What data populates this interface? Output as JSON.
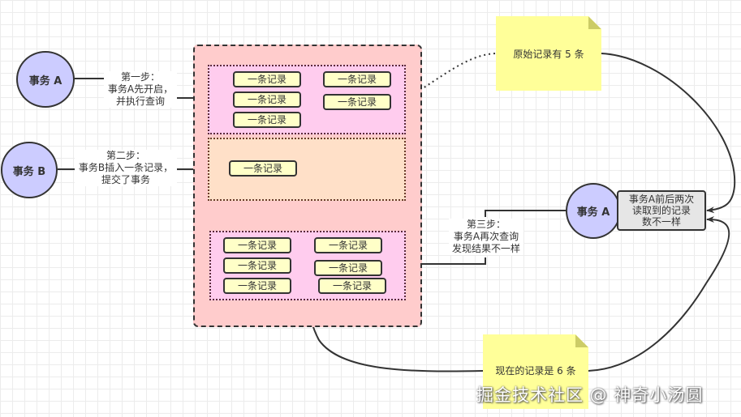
{
  "nodes": {
    "tx_a_top": "事务 A",
    "tx_b": "事务 B",
    "tx_a_right": "事务 A"
  },
  "steps": {
    "step1": [
      "第一步：",
      "事务A先开启，",
      "并执行查询"
    ],
    "step2": [
      "第二步：",
      "事务B插入一条记录，",
      "提交了事务"
    ],
    "step3": [
      "第三步：",
      "事务A再次查询",
      "发现结果不一样"
    ]
  },
  "record_label": "一条记录",
  "zones": {
    "original_count": 5,
    "inserted_count": 1,
    "current_count": 6
  },
  "notes": {
    "original": "原始记录有 5 条",
    "current": "现在的记录是 6 条"
  },
  "result_box": [
    "事务A前后两次",
    "读取到的记录",
    "数不一样"
  ],
  "watermark": "掘金技术社区 @ 神奇小汤圆",
  "colors": {
    "transaction_circle": "#ccccff",
    "outer_box": "#ffcccc",
    "zone_pink": "#ffccee",
    "zone_peach": "#ffe0c8",
    "record": "#ffffc8",
    "note": "#ffff99",
    "result_box": "#e6e6e6"
  }
}
